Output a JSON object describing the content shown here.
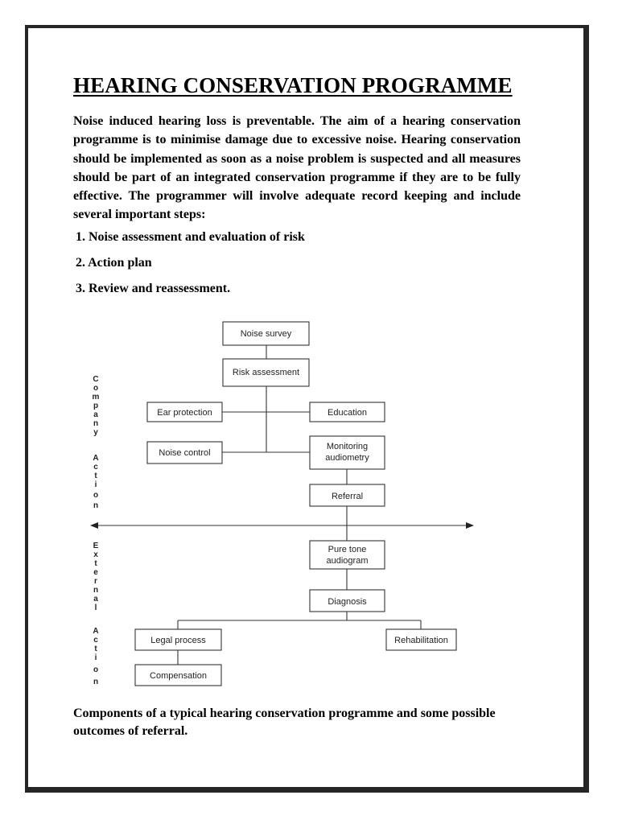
{
  "document": {
    "title": "HEARING CONSERVATION PROGRAMME",
    "intro": "Noise induced hearing loss is preventable. The aim of a hearing conservation programme is to minimise damage due to excessive noise. Hearing conservation should be implemented as soon as a noise problem is suspected and all measures should be part of an integrated conservation programme if they are to be fully effective. The programmer will involve adequate record keeping and include several important steps:",
    "steps": [
      "1. Noise assessment and evaluation of risk",
      "2. Action plan",
      "3. Review and reassessment."
    ],
    "caption": "Components of a typical hearing conservation programme and some possible outcomes of referral."
  },
  "diagram": {
    "side_labels": {
      "company": [
        "C",
        "o",
        "m",
        "p",
        "a",
        "n",
        "y",
        "",
        "A",
        "c",
        "t",
        "i",
        "o",
        "n"
      ],
      "external": [
        "E",
        "x",
        "t",
        "e",
        "r",
        "n",
        "a",
        "l",
        "",
        "A",
        "c",
        "t",
        "i",
        "o",
        "n"
      ]
    },
    "nodes": {
      "noise_survey": [
        "Noise survey"
      ],
      "risk_assessment": [
        "Risk assessment"
      ],
      "ear_protection": [
        "Ear protection"
      ],
      "education": [
        "Education"
      ],
      "noise_control": [
        "Noise control"
      ],
      "monitoring_audiometry": [
        "Monitoring",
        "audiometry"
      ],
      "referral": [
        "Referral"
      ],
      "pure_tone_audiogram": [
        "Pure tone",
        "audiogram"
      ],
      "diagnosis": [
        "Diagnosis"
      ],
      "legal_process": [
        "Legal process"
      ],
      "rehabilitation": [
        "Rehabilitation"
      ],
      "compensation": [
        "Compensation"
      ]
    }
  }
}
